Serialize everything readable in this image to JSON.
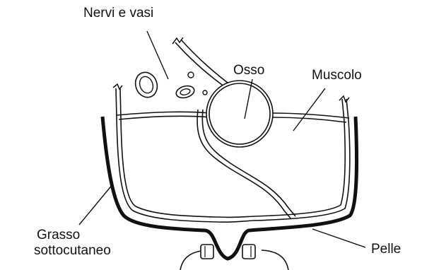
{
  "labels": {
    "nerves_vessels": "Nervi e vasi",
    "bone": "Osso",
    "muscle": "Muscolo",
    "fat_line1": "Grasso",
    "fat_line2": "sottocutaneo",
    "skin": "Pelle"
  },
  "colors": {
    "ink": "#111111",
    "paper": "#ffffff",
    "bone_fill": "#ffffff"
  }
}
